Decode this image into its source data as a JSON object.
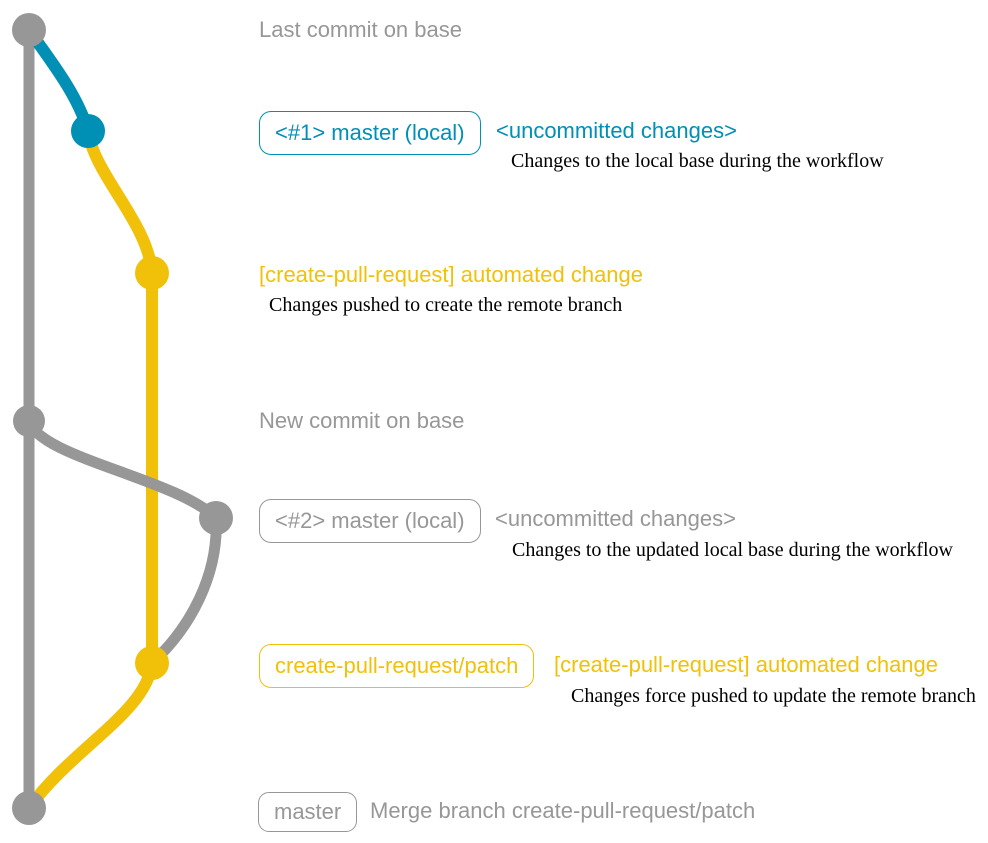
{
  "colors": {
    "gray": "#979797",
    "blue": "#008fb5",
    "yellow": "#f1c109",
    "black": "#000000",
    "background": "#ffffff"
  },
  "graph": {
    "type": "git-graph",
    "branches": [
      {
        "name": "base",
        "color": "#979797"
      },
      {
        "name": "master (local)",
        "color": "#008fb5"
      },
      {
        "name": "create-pull-request/patch",
        "color": "#f1c109"
      }
    ],
    "commits": [
      {
        "id": "last-commit-on-base",
        "branch": "base",
        "color": "#979797"
      },
      {
        "id": "uncommitted-changes-1",
        "branch": "master (local)",
        "color": "#008fb5"
      },
      {
        "id": "automated-change-1",
        "branch": "create-pull-request/patch",
        "color": "#f1c109"
      },
      {
        "id": "new-commit-on-base",
        "branch": "base",
        "color": "#979797"
      },
      {
        "id": "uncommitted-changes-2",
        "branch": "master (local)",
        "color": "#979797"
      },
      {
        "id": "automated-change-2",
        "branch": "create-pull-request/patch",
        "color": "#f1c109"
      },
      {
        "id": "merge-commit",
        "branch": "base",
        "color": "#979797"
      }
    ]
  },
  "rows": {
    "last_commit": {
      "message": "Last commit on base"
    },
    "uncommitted_1": {
      "branch_label": "<#1> master (local)",
      "message": "<uncommitted changes>",
      "note": "Changes to the local base during the workflow"
    },
    "automated_1": {
      "message": "[create-pull-request] automated change",
      "note": "Changes pushed to create the remote branch"
    },
    "new_commit": {
      "message": "New commit on base"
    },
    "uncommitted_2": {
      "branch_label": "<#2> master (local)",
      "message": "<uncommitted changes>",
      "note": "Changes to the updated local base during the workflow"
    },
    "automated_2": {
      "branch_label": "create-pull-request/patch",
      "message": "[create-pull-request] automated change",
      "note": "Changes force pushed to update the remote branch"
    },
    "merge": {
      "branch_label": "master",
      "message": "Merge branch create-pull-request/patch"
    }
  }
}
